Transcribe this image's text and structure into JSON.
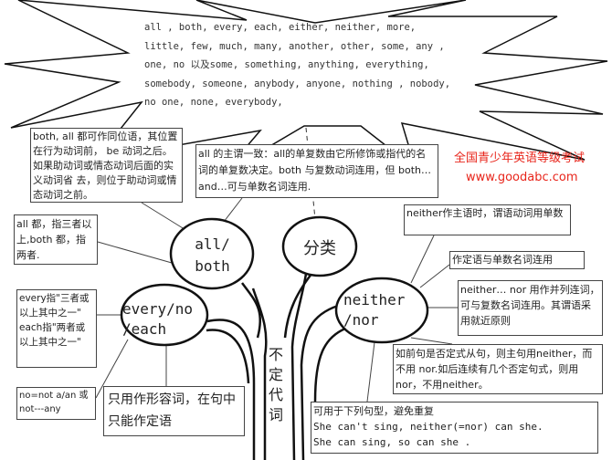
{
  "cloud_text": "all , both, every, each, either, neither, more, little, few, much, many, another, other, some, any , one, no 以及some, something, anything, everything, somebody, someone, anybody, anyone, nothing , nobody, no one, none, everybody,",
  "nodes": {
    "all_both": "all/ both",
    "classify": "分类",
    "neither_nor": "neither /nor",
    "every_no_each": "every/no /each",
    "trunk": "不定代词"
  },
  "notes": {
    "appositive": "both, all 都可作同位语，其位置在行为动词前， be 动词之后。如果助动词或情态动词后面的实义动词省 去，则位于助动词或情态动词之前。",
    "agreement": "all 的主谓一致：all的单复数由它所修饰或指代的名词的单复数决定。both 与复数动词连用，但 both… and…可与单数名词连用.",
    "all_both_meaning": "all 都，指三者以上,both 都，指两者.",
    "neither_subject": "neither作主语时，谓语动词用单数",
    "attributive": "作定语与单数名词连用",
    "neither_nor_conj": "neither… nor 用作并列连词，可与复数名词连用。其谓语采用就近原则",
    "negative_clause": "如前句是否定式从句，则主句用neither，而不用 nor.如后连续有几个否定句式，则用nor，不用neither。",
    "patterns_title": "可用于下列句型，避免重复",
    "pattern_1": "She can't sing, neither(=nor) can she.",
    "pattern_2": "She can sing, so can she .",
    "every_each": "every指\"三者或以上其中之一\" each指\"两者或以上其中之一\"",
    "no_not": "no=not a/an 或not---any",
    "adjective_only": "只用作形容词，在句中只能作定语"
  },
  "watermark": {
    "line1": "全国青少年英语等级考试",
    "line2": "www.goodabc.com",
    "color": "#e8251b"
  }
}
